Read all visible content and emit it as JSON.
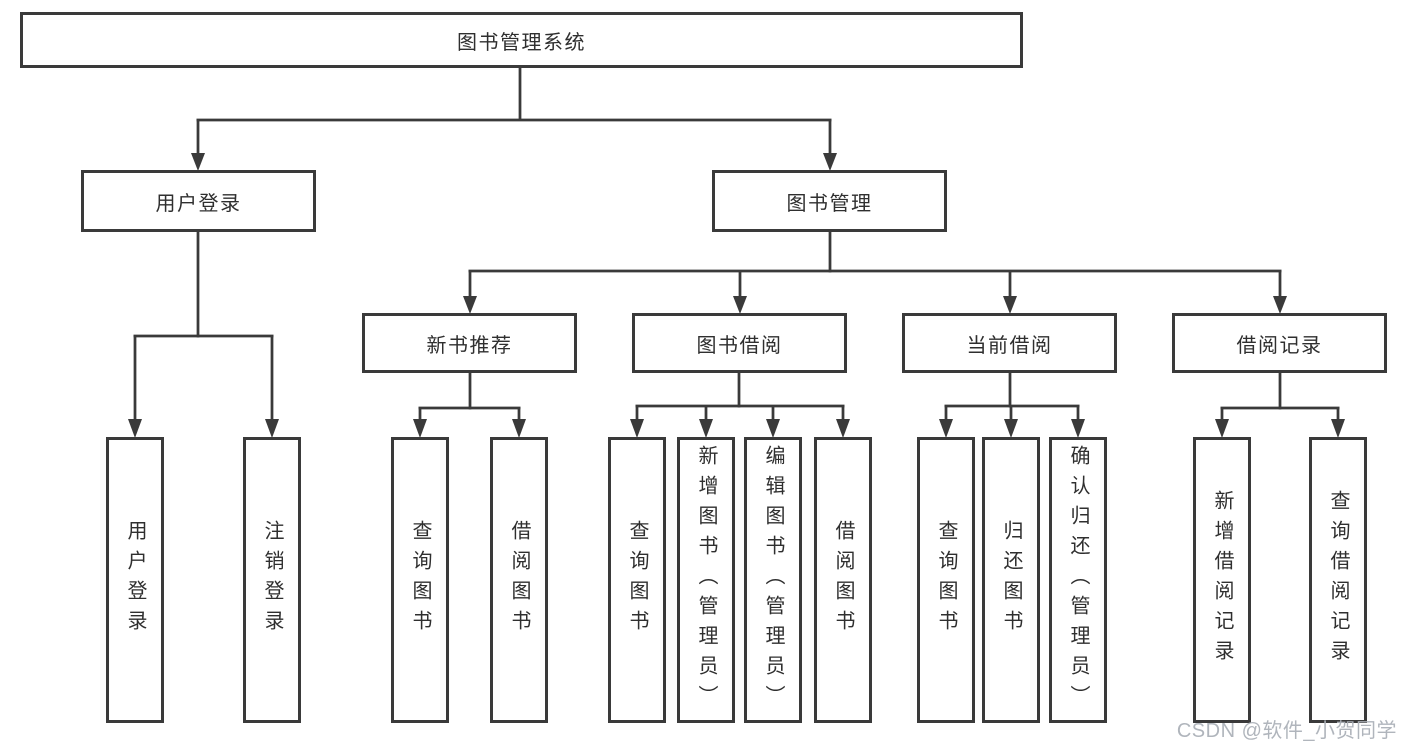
{
  "tree": {
    "root": {
      "label": "图书管理系统"
    },
    "user_login": {
      "label": "用户登录",
      "children": [
        "用户登录",
        "注销登录"
      ]
    },
    "book_mgmt": {
      "label": "图书管理",
      "sections": [
        {
          "label": "新书推荐",
          "children": [
            "查询图书",
            "借阅图书"
          ]
        },
        {
          "label": "图书借阅",
          "children": [
            "查询图书",
            "新增图书（管理员）",
            "编辑图书（管理员）",
            "借阅图书"
          ]
        },
        {
          "label": "当前借阅",
          "children": [
            "查询图书",
            "归还图书",
            "确认归还（管理员）"
          ]
        },
        {
          "label": "借阅记录",
          "children": [
            "新增借阅记录",
            "查询借阅记录"
          ]
        }
      ]
    }
  },
  "colors": {
    "line": "#3a3a3a",
    "text": "#2f2f2f",
    "background": "#ffffff",
    "watermark": "#acb1b8"
  },
  "watermark": "CSDN @软件_小贺同学"
}
